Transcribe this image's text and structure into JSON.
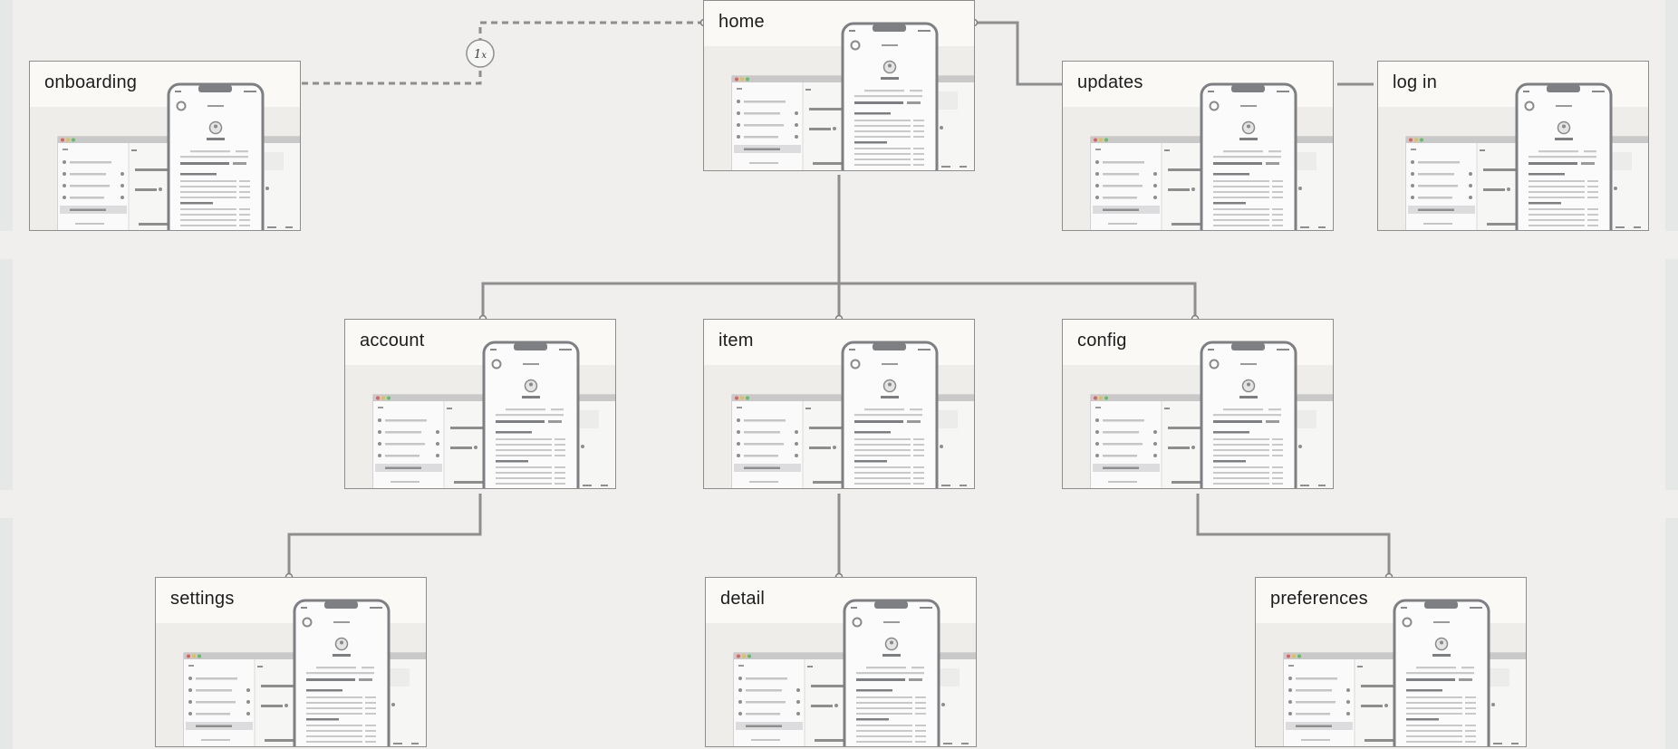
{
  "diagram": {
    "nodes": [
      {
        "id": "home",
        "label": "home"
      },
      {
        "id": "onboarding",
        "label": "onboarding"
      },
      {
        "id": "updates",
        "label": "updates"
      },
      {
        "id": "login",
        "label": "log in"
      },
      {
        "id": "account",
        "label": "account"
      },
      {
        "id": "item",
        "label": "item"
      },
      {
        "id": "config",
        "label": "config"
      },
      {
        "id": "settings",
        "label": "settings"
      },
      {
        "id": "detail",
        "label": "detail"
      },
      {
        "id": "preferences",
        "label": "preferences"
      }
    ],
    "edges": [
      {
        "from": "home",
        "to": "onboarding",
        "style": "dashed",
        "badge": "1x"
      },
      {
        "from": "home",
        "to": "updates",
        "style": "solid"
      },
      {
        "from": "updates",
        "to": "login",
        "style": "solid"
      },
      {
        "from": "home",
        "to": "account",
        "style": "solid"
      },
      {
        "from": "home",
        "to": "item",
        "style": "solid"
      },
      {
        "from": "home",
        "to": "config",
        "style": "solid"
      },
      {
        "from": "account",
        "to": "settings",
        "style": "solid"
      },
      {
        "from": "item",
        "to": "detail",
        "style": "solid"
      },
      {
        "from": "config",
        "to": "preferences",
        "style": "solid"
      }
    ],
    "badge_label": "1x",
    "colors": {
      "background": "#f0efed",
      "band": "#e6e7e7",
      "edge": "#8e8e8e",
      "card_border": "#8d8d8d",
      "phone_frame": "#7d7f83"
    },
    "thumbnail_icon": "phone-and-desktop-wireframe"
  }
}
